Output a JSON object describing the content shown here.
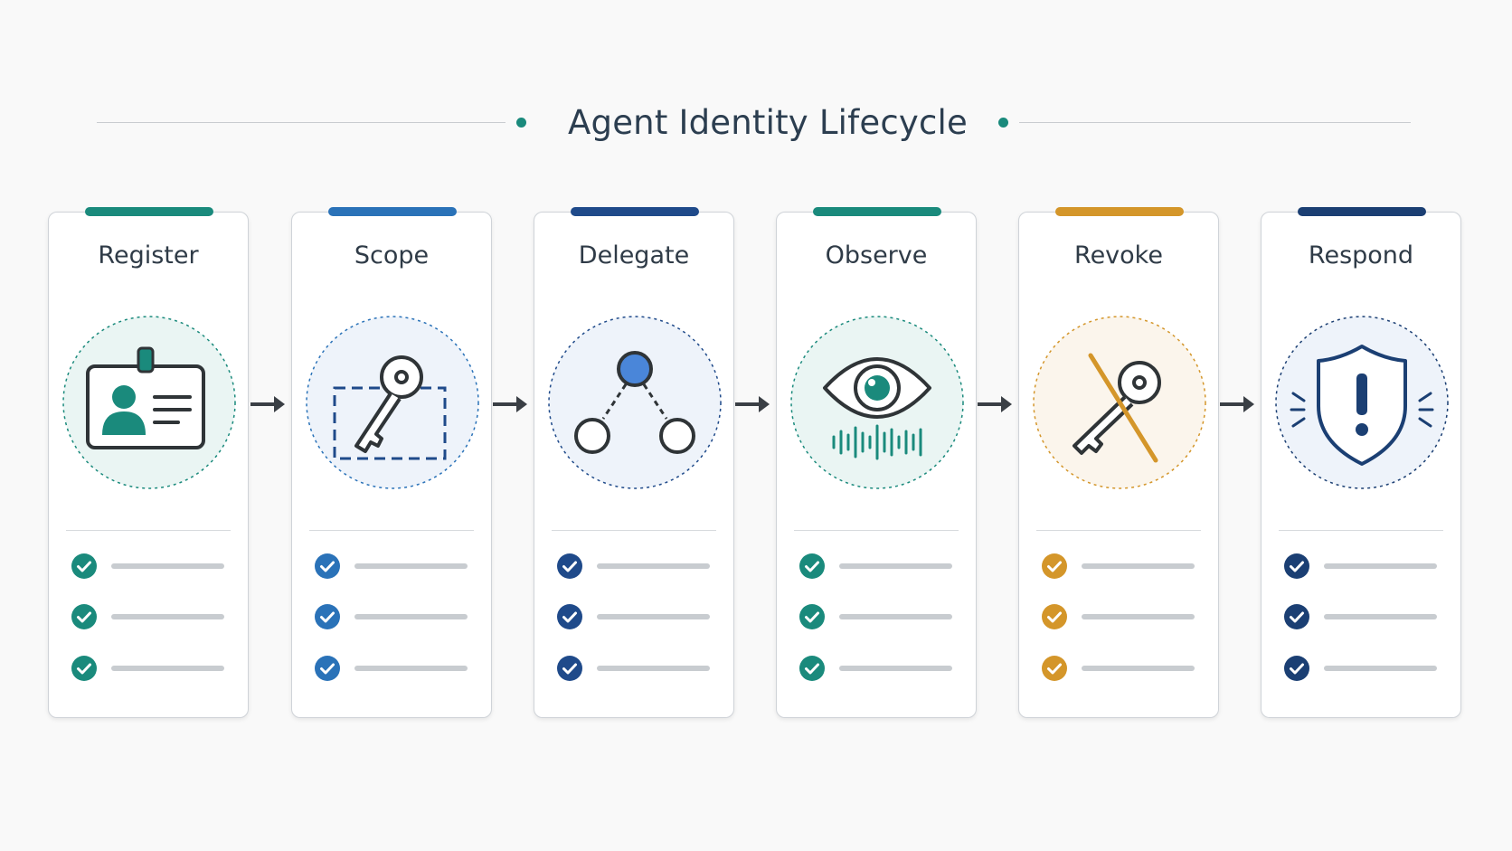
{
  "title": "Agent Identity Lifecycle",
  "colors": {
    "teal": "#1a8a7c",
    "blue": "#2a72b8",
    "navy": "#1f4a8a",
    "amber": "#d4962a",
    "dark_navy": "#1b3f73",
    "arrow": "#3a3f45"
  },
  "stages": [
    {
      "label": "Register",
      "icon": "id-badge-icon",
      "color": "#1a8a7c",
      "checks": 3
    },
    {
      "label": "Scope",
      "icon": "key-scope-icon",
      "color": "#2a72b8",
      "checks": 3
    },
    {
      "label": "Delegate",
      "icon": "delegation-tree-icon",
      "color": "#1f4a8a",
      "checks": 3
    },
    {
      "label": "Observe",
      "icon": "eye-monitor-icon",
      "color": "#1a8a7c",
      "checks": 3
    },
    {
      "label": "Revoke",
      "icon": "revoked-key-icon",
      "color": "#d4962a",
      "checks": 3
    },
    {
      "label": "Respond",
      "icon": "shield-alert-icon",
      "color": "#1b3f73",
      "checks": 3
    }
  ]
}
